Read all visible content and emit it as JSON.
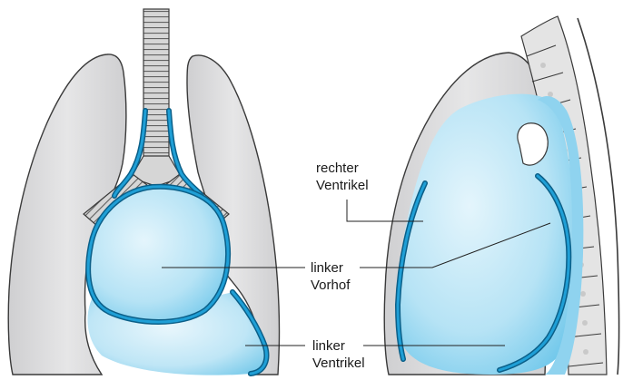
{
  "labels": {
    "rechter_ventrikel": {
      "line1": "rechter",
      "line2": "Ventrikel"
    },
    "linker_vorhof": {
      "line1": "linker",
      "line2": "Vorhof"
    },
    "linker_ventrikel": {
      "line1": "linker",
      "line2": "Ventrikel"
    }
  },
  "colors": {
    "lung_fill": "#dcdcdd",
    "lung_stroke": "#3a3a3a",
    "heart_fill": "#aee0f3",
    "heart_light": "#dff3fb",
    "vessel_blue": "#1f9fd6",
    "vessel_dark": "#0b5f88",
    "spine_fill": "#e2e2e2"
  }
}
